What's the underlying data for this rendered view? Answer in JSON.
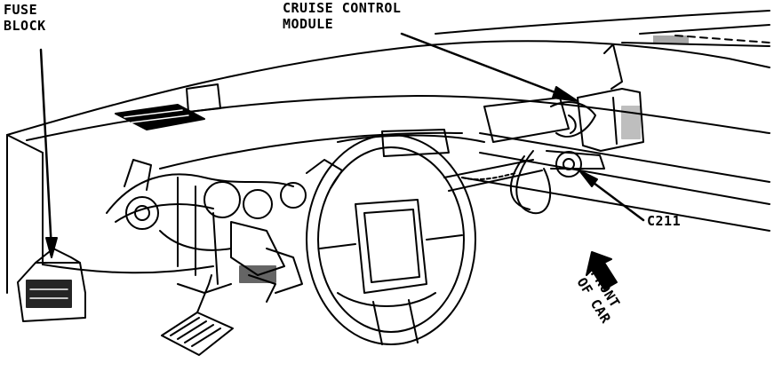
{
  "labels": {
    "fuse_block_line1": "FUSE",
    "fuse_block_line2": "BLOCK",
    "cruise_line1": "CRUISE CONTROL",
    "cruise_line2": "MODULE",
    "connector": "C211",
    "front_line1": "FRONT",
    "front_line2": "OF CAR"
  },
  "style": {
    "ink": "#000000",
    "paper": "#ffffff"
  }
}
